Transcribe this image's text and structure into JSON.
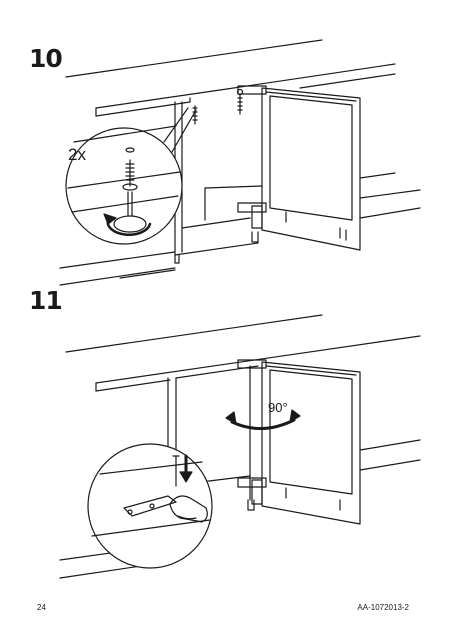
{
  "steps": [
    {
      "number": "10",
      "annotation": "2x"
    },
    {
      "number": "11",
      "annotation": "90°"
    }
  ],
  "footer": {
    "page_number": "24",
    "document_code": "AA-1072013-2"
  }
}
